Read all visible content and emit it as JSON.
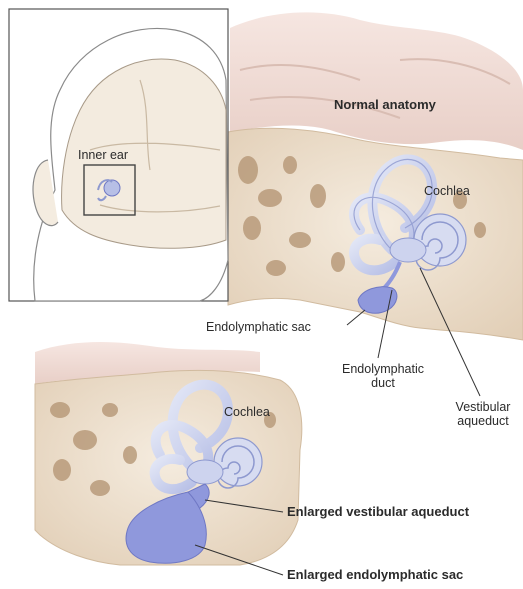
{
  "labels": {
    "inner_ear": "Inner ear",
    "normal_anatomy": "Normal anatomy",
    "cochlea_top": "Cochlea",
    "endolymphatic_sac": "Endolymphatic sac",
    "endolymphatic_duct_line1": "Endolymphatic",
    "endolymphatic_duct_line2": "duct",
    "vestibular_aqueduct_line1": "Vestibular",
    "vestibular_aqueduct_line2": "aqueduct",
    "cochlea_bottom": "Cochlea",
    "enlarged_vestibular_aqueduct": "Enlarged vestibular aqueduct",
    "enlarged_endolymphatic_sac": "Enlarged endolymphatic sac"
  },
  "colors": {
    "bone": "#efe3d2",
    "bone_shadow": "#d8c4ab",
    "cavity": "#b89a7a",
    "brain": "#f2dcd6",
    "labyrinth": "#cdd3ee",
    "labyrinth_edge": "#8e99cf",
    "sac": "#8f98dc",
    "leader": "#333333",
    "inset_border": "#555555"
  }
}
